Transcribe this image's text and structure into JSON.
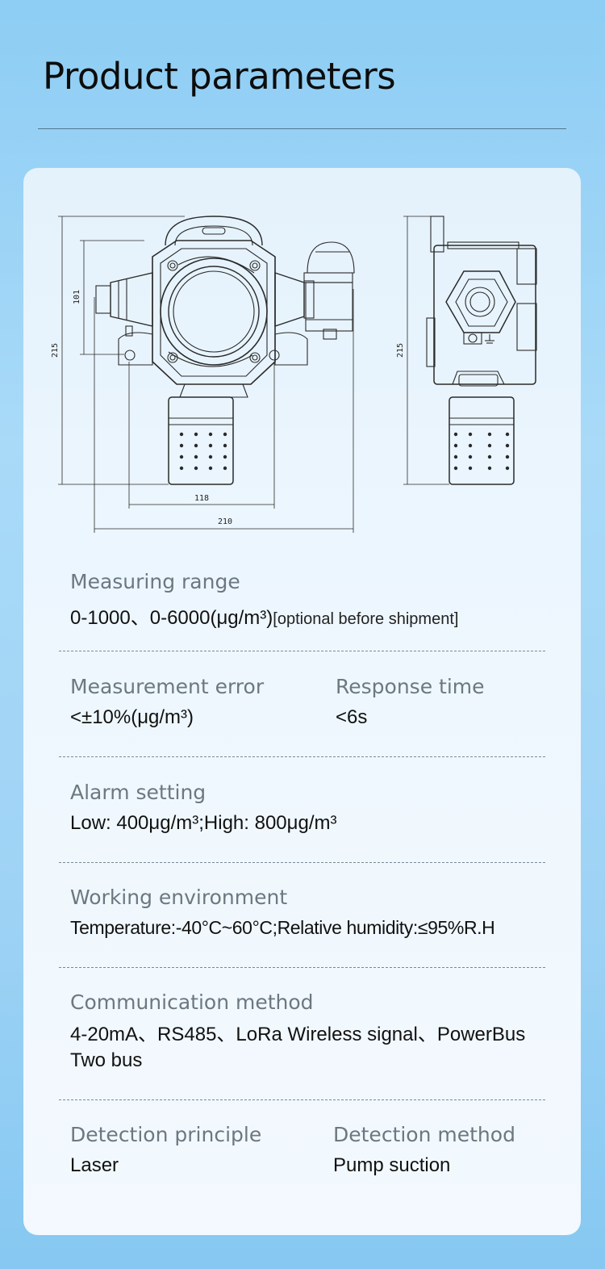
{
  "title": "Product parameters",
  "diagram": {
    "dim_101": "101",
    "dim_215_left": "215",
    "dim_118": "118",
    "dim_210": "210",
    "dim_215_right": "215"
  },
  "params": {
    "measuring_range": {
      "label": "Measuring range",
      "value": "0-1000、0-6000(μg/m³)",
      "note": "[optional before shipment]"
    },
    "measurement_error": {
      "label": "Measurement error",
      "value": "<±10%(μg/m³)"
    },
    "response_time": {
      "label": "Response time",
      "value": "<6s"
    },
    "alarm_setting": {
      "label": "Alarm setting",
      "value": "Low: 400μg/m³;High: 800μg/m³"
    },
    "working_environment": {
      "label": "Working environment",
      "value": "Temperature:-40°C~60°C;Relative humidity:≤95%R.H"
    },
    "communication_method": {
      "label": "Communication method",
      "value": "4-20mA、RS485、LoRa Wireless signal、PowerBus Two bus"
    },
    "detection_principle": {
      "label": "Detection principle",
      "value": "Laser"
    },
    "detection_method": {
      "label": "Detection method",
      "value": "Pump suction"
    }
  }
}
